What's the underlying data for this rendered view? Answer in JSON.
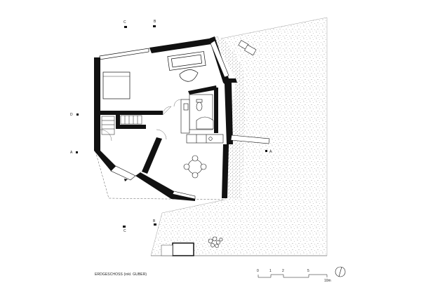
{
  "drawing": {
    "caption": "ERDGESCHOSS (inkl. GUBER)",
    "section_marks": {
      "top_left": "C",
      "top_right": "B",
      "left_upper": "D",
      "left_lower": "A",
      "bottom_left": "C",
      "bottom_right": "B",
      "right": "A"
    },
    "scale_bar": {
      "ticks": [
        "0",
        "1",
        "2",
        "5"
      ],
      "unit": "10m"
    },
    "north_arrow": "north-arrow"
  }
}
